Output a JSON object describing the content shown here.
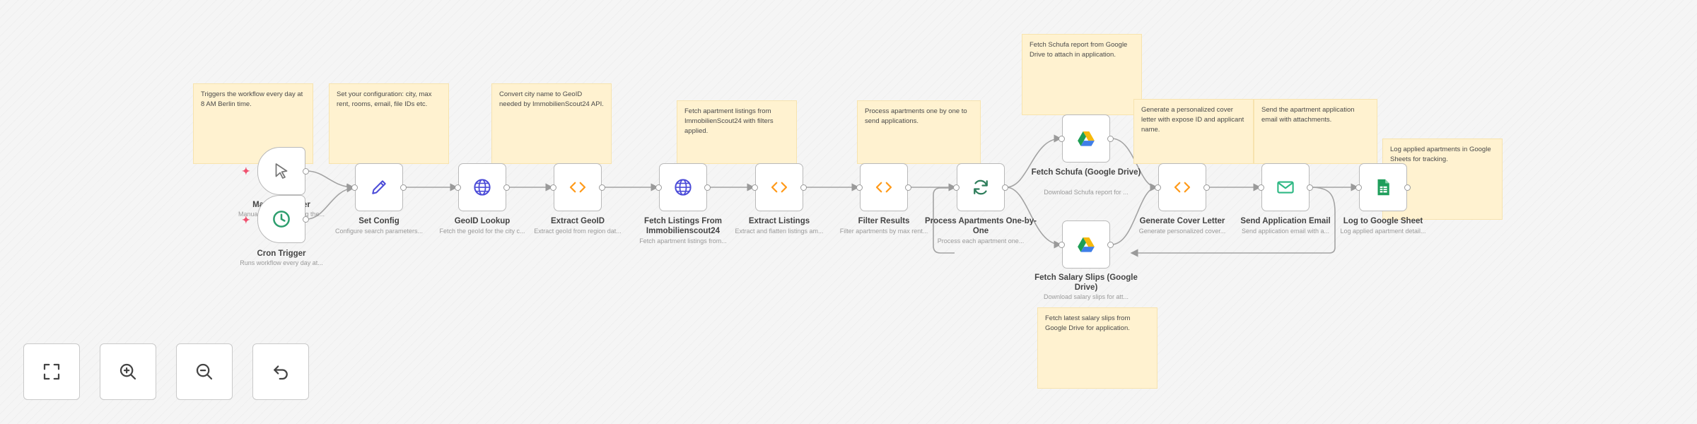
{
  "canvas": {
    "colors": {
      "background": "#f5f5f5",
      "sticky": "#fff2d0",
      "node_border": "#b9b9b9",
      "edge": "#9a9a9a",
      "code_icon": "#ff9a1a",
      "http_icon": "#4c4cd8",
      "edit_icon": "#4c4cd8",
      "loop_icon": "#2e7d5b",
      "email_icon": "#2fb884",
      "sheets_icon": "#1f9e5b"
    }
  },
  "sticky_notes": {
    "trigger": "Triggers the workflow every day at 8 AM Berlin time.",
    "config": "Set your configuration: city, max rent, rooms, email, file IDs etc.",
    "geoid": "Convert city name to GeoID needed by ImmobilienScout24 API.",
    "fetch": "Fetch apartment listings from ImmobilienScout24 with filters applied.",
    "process": "Process apartments one by one to send applications.",
    "schufa": "Fetch Schufa report from Google Drive to attach in application.",
    "cover": "Generate a personalized cover letter with expose ID and applicant name.",
    "email": "Send the apartment application email with attachments.",
    "sheet": "Log applied apartments in Google Sheets for tracking.",
    "salary": "Fetch latest salary slips from Google Drive for application."
  },
  "nodes": {
    "manual_trigger": {
      "title": "Manual Trigger",
      "subtitle": "Manual trigger for testing the...",
      "icon": "pointer-icon"
    },
    "cron_trigger": {
      "title": "Cron Trigger",
      "subtitle": "Runs workflow every day at...",
      "icon": "clock-icon"
    },
    "set_config": {
      "title": "Set Config",
      "subtitle": "Configure search parameters...",
      "icon": "pencil-icon"
    },
    "geoid_lookup": {
      "title": "GeoID Lookup",
      "subtitle": "Fetch the geoId for the city c...",
      "icon": "globe-icon"
    },
    "extract_geoid": {
      "title": "Extract GeoID",
      "subtitle": "Extract geoId from region dat...",
      "icon": "code-icon"
    },
    "fetch_listings": {
      "title": "Fetch Listings From Immobilienscout24",
      "subtitle": "Fetch apartment listings from...",
      "icon": "globe-icon"
    },
    "extract_listings": {
      "title": "Extract Listings",
      "subtitle": "Extract and flatten listings am...",
      "icon": "code-icon"
    },
    "filter_results": {
      "title": "Filter Results",
      "subtitle": "Filter apartments by max rent...",
      "icon": "code-icon"
    },
    "process_apartments": {
      "title": "Process Apartments One-by-One",
      "subtitle": "Process each apartment one...",
      "icon": "loop-icon"
    },
    "fetch_schufa": {
      "title": "Fetch Schufa (Google Drive)",
      "subtitle": "Download Schufa report for ...",
      "icon": "google-drive-icon"
    },
    "fetch_salary": {
      "title": "Fetch Salary Slips (Google Drive)",
      "subtitle": "Download salary slips for att...",
      "icon": "google-drive-icon"
    },
    "cover_letter": {
      "title": "Generate Cover Letter",
      "subtitle": "Generate personalized cover...",
      "icon": "code-icon"
    },
    "send_email": {
      "title": "Send Application Email",
      "subtitle": "Send application email with a...",
      "icon": "envelope-icon"
    },
    "log_sheet": {
      "title": "Log to Google Sheet",
      "subtitle": "Log applied apartment detail...",
      "icon": "google-sheets-icon"
    }
  },
  "controls": [
    {
      "name": "fit-view-button",
      "icon": "fullscreen-icon"
    },
    {
      "name": "zoom-in-button",
      "icon": "zoom-in-icon"
    },
    {
      "name": "zoom-out-button",
      "icon": "zoom-out-icon"
    },
    {
      "name": "reset-zoom-button",
      "icon": "undo-icon"
    }
  ]
}
